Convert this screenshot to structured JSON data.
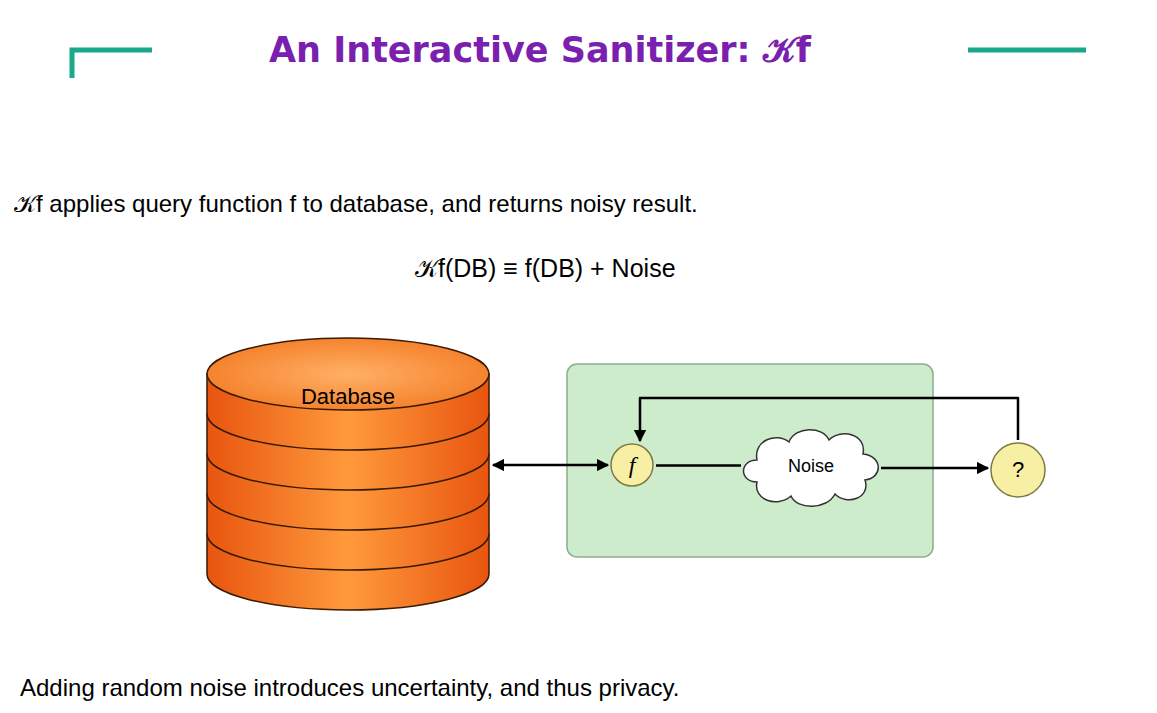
{
  "diagram": {
    "title": "An Interactive Sanitizer: 𝒦f",
    "nodes": [
      {
        "text": [
          "Database"
        ]
      },
      {
        "text": [
          "f"
        ]
      },
      {
        "text": [
          "Noise"
        ]
      },
      {
        "text": [
          "?"
        ]
      }
    ],
    "edges": [
      {
        "from": 0,
        "to": 1,
        "arrow": "both"
      },
      {
        "from": 1,
        "to": 2,
        "arrow": "none"
      },
      {
        "from": 2,
        "to": 3,
        "arrow": "to"
      },
      {
        "from": 3,
        "to": 1,
        "arrow": "to"
      }
    ],
    "labels": [
      "𝒦f applies query function f to database, and returns noisy result.",
      "𝒦f(DB) ≡ f(DB) + Noise",
      "Adding random noise introduces uncertainty, and thus privacy."
    ]
  }
}
